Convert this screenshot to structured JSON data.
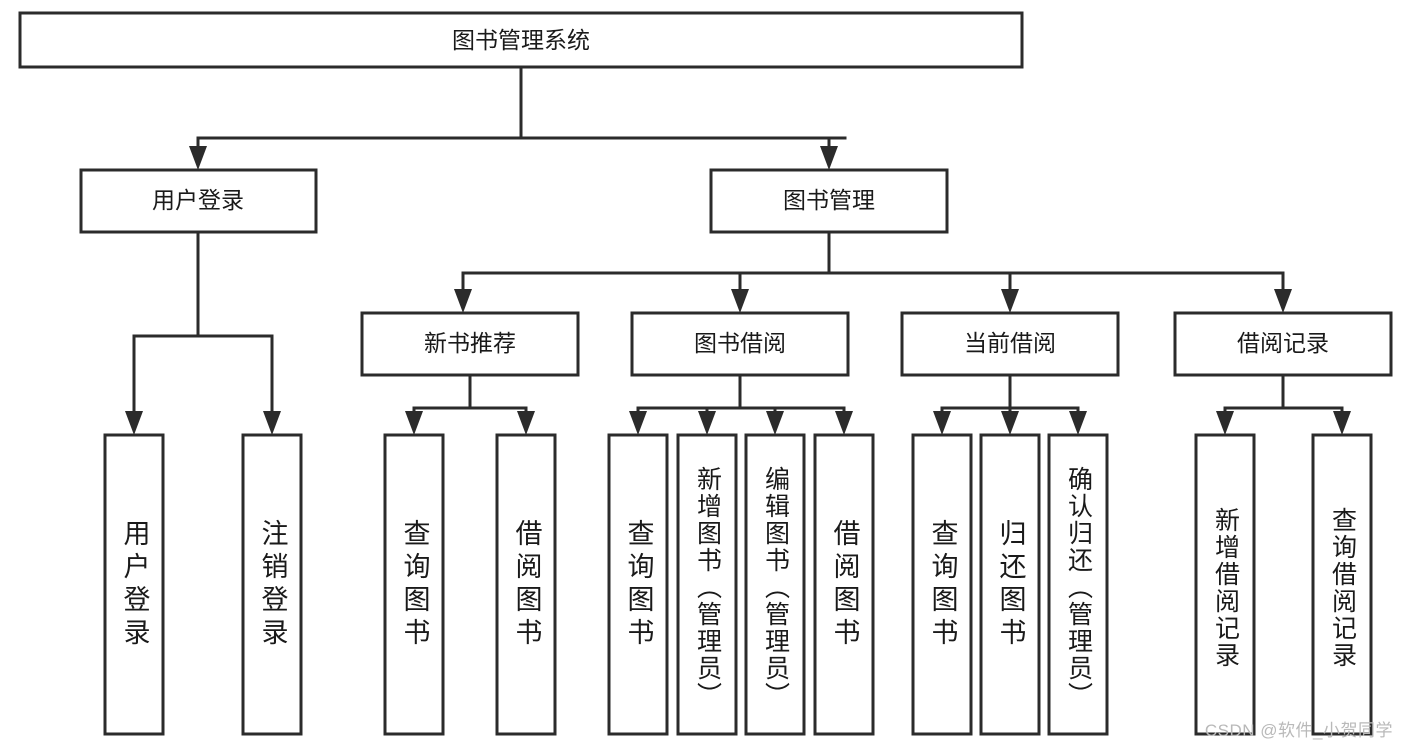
{
  "diagram": {
    "title": "图书管理系统",
    "orientation": "top-down",
    "levels": 4,
    "root": {
      "id": "root",
      "label": "图书管理系统"
    },
    "level2": [
      {
        "id": "user-login",
        "label": "用户登录"
      },
      {
        "id": "book-manage",
        "label": "图书管理"
      }
    ],
    "level3": [
      {
        "id": "new-book-recommend",
        "label": "新书推荐",
        "parent": "book-manage"
      },
      {
        "id": "book-borrow",
        "label": "图书借阅",
        "parent": "book-manage"
      },
      {
        "id": "current-borrow",
        "label": "当前借阅",
        "parent": "book-manage"
      },
      {
        "id": "borrow-record",
        "label": "借阅记录",
        "parent": "book-manage"
      }
    ],
    "leaves": [
      {
        "id": "leaf-user-login",
        "label": "用户登录",
        "parent": "user-login"
      },
      {
        "id": "leaf-logout",
        "label": "注销登录",
        "parent": "user-login"
      },
      {
        "id": "leaf-query-book-1",
        "label": "查询图书",
        "parent": "new-book-recommend"
      },
      {
        "id": "leaf-borrow-book-1",
        "label": "借阅图书",
        "parent": "new-book-recommend"
      },
      {
        "id": "leaf-query-book-2",
        "label": "查询图书",
        "parent": "book-borrow"
      },
      {
        "id": "leaf-add-book",
        "label": "新增图书（管理员）",
        "parent": "book-borrow"
      },
      {
        "id": "leaf-edit-book",
        "label": "编辑图书（管理员）",
        "parent": "book-borrow"
      },
      {
        "id": "leaf-borrow-book-2",
        "label": "借阅图书",
        "parent": "book-borrow"
      },
      {
        "id": "leaf-query-book-3",
        "label": "查询图书",
        "parent": "current-borrow"
      },
      {
        "id": "leaf-return-book",
        "label": "归还图书",
        "parent": "current-borrow"
      },
      {
        "id": "leaf-confirm-return",
        "label": "确认归还（管理员）",
        "parent": "current-borrow"
      },
      {
        "id": "leaf-add-record",
        "label": "新增借阅记录",
        "parent": "borrow-record"
      },
      {
        "id": "leaf-query-record",
        "label": "查询借阅记录",
        "parent": "borrow-record"
      }
    ]
  },
  "watermark": {
    "text": "CSDN @软件_小贺同学"
  },
  "colors": {
    "background": "#ffffff",
    "box_fill": "#ffffff",
    "box_stroke": "#2b2b2b",
    "text": "#1a1a1a",
    "watermark": "#b9b9b9"
  }
}
